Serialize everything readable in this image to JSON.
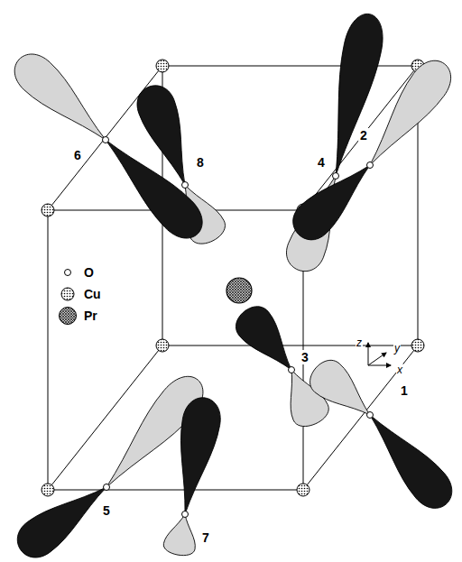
{
  "diagram": {
    "labels": [
      "1",
      "2",
      "3",
      "4",
      "5",
      "6",
      "7",
      "8",
      "z",
      "y",
      "x"
    ],
    "legend": [
      {
        "text": "O"
      },
      {
        "text": "Cu"
      },
      {
        "text": "Pr"
      }
    ]
  }
}
